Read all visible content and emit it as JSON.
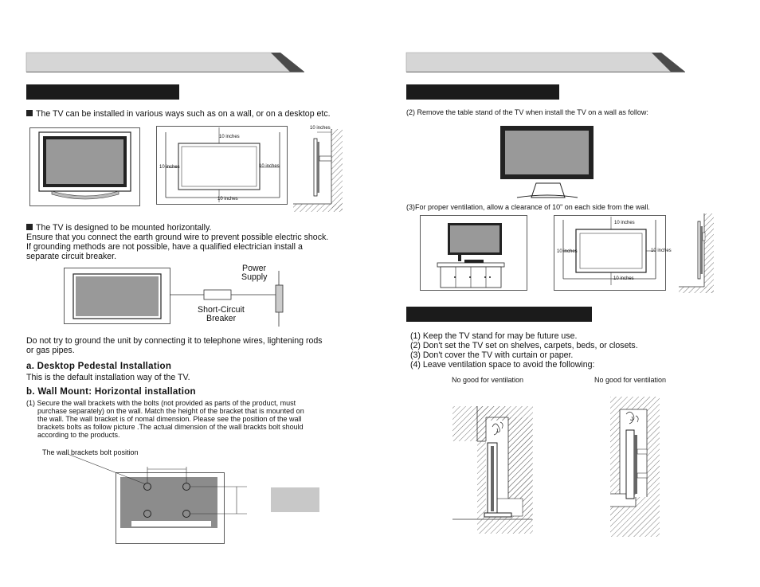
{
  "left": {
    "intro": "The TV can be installed in various ways such as on a wall, or on a desktop etc.",
    "dims": {
      "top": "10 inches",
      "left": "10 inches",
      "right": "10 inches",
      "bottom": "10 inches",
      "side": "10 inches"
    },
    "horizontal": [
      "The TV is designed to be mounted horizontally.",
      "Ensure that you connect the earth ground wire to prevent possible electric shock.",
      "If grounding methods are not possible, have a qualified electrician install a",
      "separate circuit breaker."
    ],
    "power_label": [
      "Power",
      "Supply"
    ],
    "breaker_label": [
      "Short-Circuit",
      "Breaker"
    ],
    "ground_warning": [
      "Do not try to ground the unit by connecting it to telephone wires, lightening rods",
      "or gas pipes."
    ],
    "desktop_heading": "a. Desktop Pedestal Installation",
    "desktop_text": "This is the default installation way of the TV.",
    "wall_heading": "b. Wall Mount: Horizontal installation",
    "wall_text": [
      "(1) Secure the wall brackets with the bolts (not provided as parts of the product, must",
      "purchase separately) on the wall. Match the height of the bracket that is mounted on",
      "the wall. The wall bracket is of nomal dimension. Please see the position of the wall",
      "brackets bolts as follow picture .The actual dimension of the wall brackts bolt should",
      "according to the products."
    ],
    "bolt_label": "The wall brackets bolt position"
  },
  "right": {
    "step2": "(2) Remove the table stand of the TV when install the TV on a wall as follow:",
    "step3": "(3)For proper ventilation, allow a clearance of 10\" on each side from the wall.",
    "dims": {
      "top": "10 inches",
      "left": "10 inches",
      "right": "10 inches",
      "bottom": "10 inches"
    },
    "tips": [
      "(1) Keep the TV stand for may be future use.",
      "(2) Don't set the TV set on shelves, carpets, beds, or closets.",
      "(3) Don't cover the TV with curtain or paper.",
      "(4) Leave ventilation space to avoid the following:"
    ],
    "no_good_1": "No good for ventilation",
    "no_good_2": "No good for ventilation"
  },
  "colors": {
    "header_bar": "#d6d6d6",
    "section_bar": "#1b1b1b",
    "screen_gray": "#999999",
    "bolt_plate": "#8c8c8c"
  }
}
